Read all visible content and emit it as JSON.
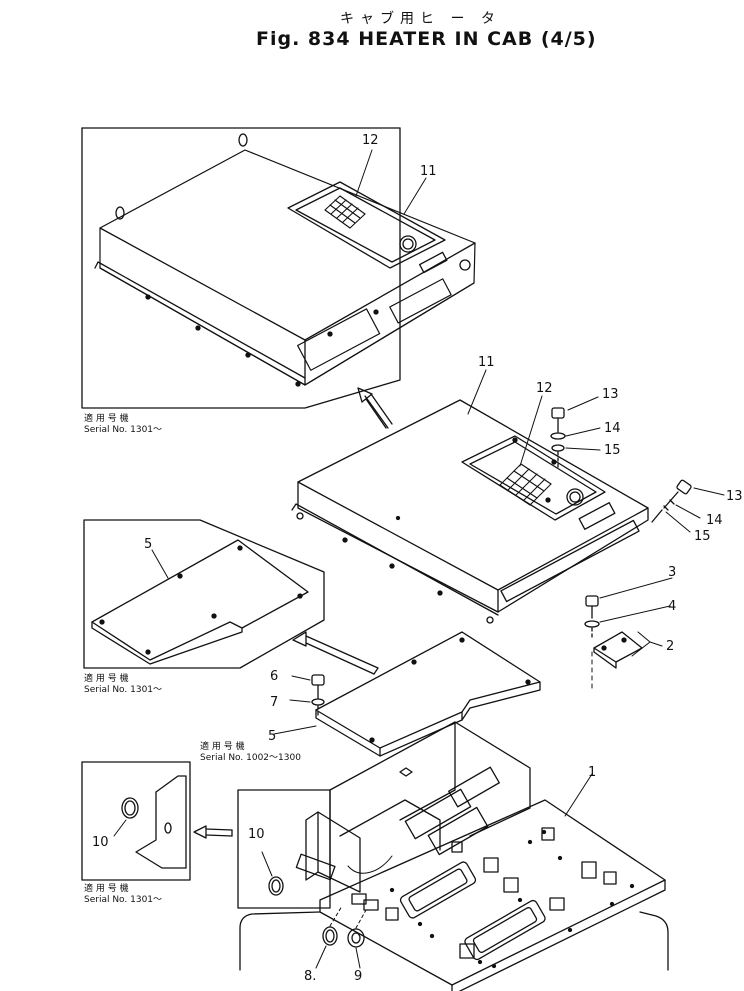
{
  "title": {
    "japanese": "キャブ用ヒ ー タ",
    "english": "Fig. 834 HEATER IN CAB (4/5)"
  },
  "serial_notes": [
    {
      "label": "適 用 号 機",
      "value": "Serial No. 1301～"
    },
    {
      "label": "適 用 号 機",
      "value": "Serial No. 1301～"
    },
    {
      "label": "適 用 号 機",
      "value": "Serial No. 1002～1300"
    },
    {
      "label": "適 用 号 機",
      "value": "Serial No. 1301～"
    }
  ],
  "callouts": [
    "12",
    "11",
    "11",
    "12",
    "13",
    "14",
    "15",
    "13",
    "14",
    "15",
    "5",
    "3",
    "4",
    "2",
    "6",
    "7",
    "5",
    "1",
    "10",
    "10",
    "8.",
    "9"
  ]
}
